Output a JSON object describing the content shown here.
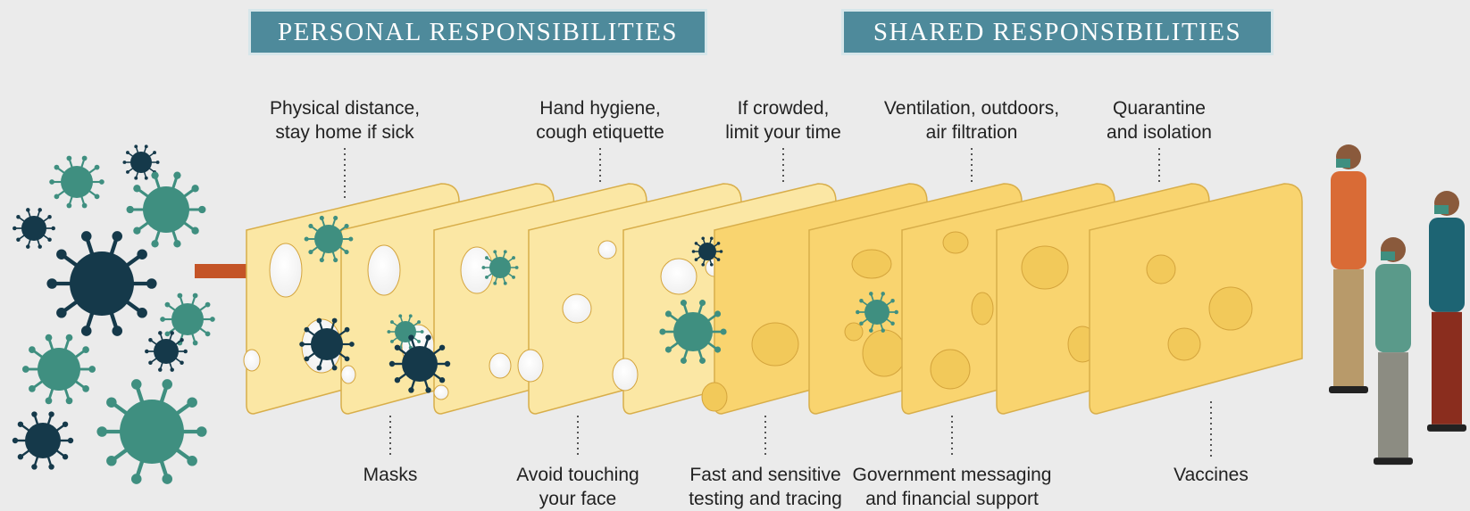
{
  "banners": {
    "personal": "PERSONAL RESPONSIBILITIES",
    "shared": "SHARED RESPONSIBILITIES"
  },
  "top_labels": [
    {
      "text": "Physical distance,\nstay home if sick"
    },
    {
      "text": "Hand hygiene,\ncough etiquette"
    },
    {
      "text": "If crowded,\nlimit your time"
    },
    {
      "text": "Ventilation, outdoors,\nair filtration"
    },
    {
      "text": "Quarantine\nand isolation"
    }
  ],
  "bottom_labels": [
    {
      "text": "Masks"
    },
    {
      "text": "Avoid touching\nyour face"
    },
    {
      "text": "Fast and sensitive\ntesting and tracing"
    },
    {
      "text": "Government messaging\nand financial support"
    },
    {
      "text": "Vaccines"
    }
  ],
  "colors": {
    "background": "#ebebeb",
    "banner": "#4e8a9b",
    "cheese_light": "#fbe7a4",
    "cheese_dark": "#f9d46f",
    "virus_teal": "#3f8f80",
    "virus_navy": "#15394a",
    "arrow": "#c45427"
  },
  "icons": {
    "virus": "virus-icon",
    "cheese": "cheese-slice-layer",
    "people": "people-group"
  }
}
